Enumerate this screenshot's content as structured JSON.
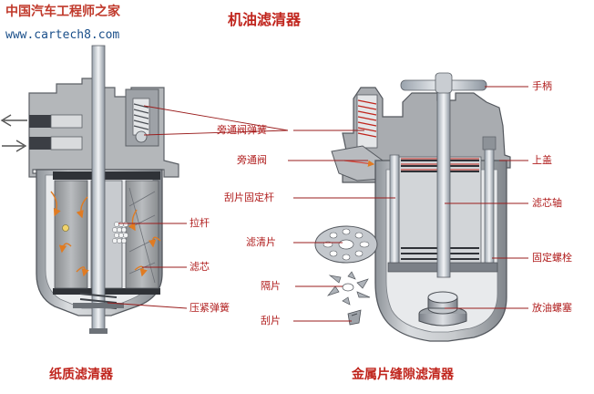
{
  "watermark": {
    "site_cn": "中国汽车工程师之家",
    "site_url": "www.cartech8.com"
  },
  "title": "机油滤清器",
  "captions": {
    "left": "纸质滤清器",
    "right": "金属片缝隙滤清器"
  },
  "labels": {
    "bypass_spring": "旁通阀弹簧",
    "bypass_valve": "旁通阀",
    "scraper_rod": "刮片固定杆",
    "pull_rod": "拉杆",
    "filter_disc": "滤清片",
    "filter_element": "滤芯",
    "spacer": "隔片",
    "compression_spring": "压紧弹簧",
    "scraper": "刮片",
    "handle": "手柄",
    "top_cover": "上盖",
    "element_shaft": "滤芯轴",
    "fixing_bolt": "固定螺栓",
    "drain_plug": "放油螺塞"
  },
  "colors": {
    "label_red": "#b01d1d",
    "title_red": "#c0251d",
    "housing_gray": "#a7a9ac",
    "steel_blue": "#7f8fa6",
    "flow_orange": "#e07b22"
  }
}
